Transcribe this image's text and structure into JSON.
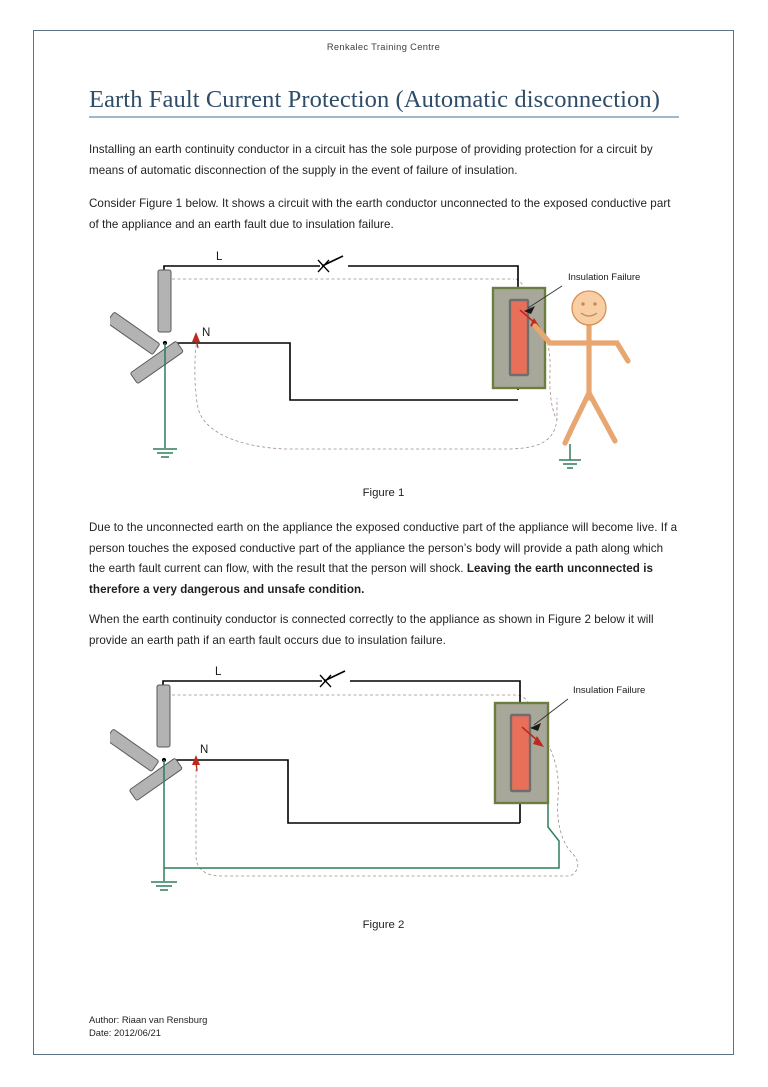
{
  "page": {
    "header": "Renkalec Training Centre",
    "title": "Earth Fault Current Protection (Automatic disconnection)",
    "border_color": "#5b7287",
    "title_color": "#2f4d68",
    "rule_color": "#9fb8cc"
  },
  "body": {
    "para1": "Installing an earth continuity conductor in a circuit has the sole purpose of providing protection for a circuit by means of automatic disconnection of the supply in the event of failure of insulation.",
    "para2": "Consider Figure 1 below. It shows a circuit with the earth conductor unconnected to the exposed conductive part of the appliance and an earth fault due to insulation failure.",
    "para3_normal": "Due to the unconnected earth on the appliance the exposed conductive part of the appliance will become live. If a person touches the exposed conductive part of the appliance the person’s body will provide a path along which the earth fault current can flow, with the result that the person will shock. ",
    "para3_bold": "Leaving the earth unconnected is therefore a very dangerous and unsafe condition.",
    "para4": "When the earth continuity conductor is connected correctly to the appliance as shown in Figure 2 below it will provide an earth path if an earth fault occurs due to insulation failure."
  },
  "figure1": {
    "caption": "Figure 1",
    "label_live": "L",
    "label_neutral": "N",
    "label_insulation_failure": "Insulation Failure",
    "switch_marker": "X",
    "colors": {
      "conductor": "#000000",
      "winding_fill": "#b3b3b3",
      "winding_stroke": "#5a5a5a",
      "earth_green": "#2e7d5b",
      "appliance_border": "#6b7d3f",
      "appliance_fill": "#a8a89a",
      "element_fill": "#e8705a",
      "element_stroke": "#6e6e6e",
      "fault_arrow": "#c0281e",
      "fault_path": "#a08f8a",
      "person": "#e8a671"
    }
  },
  "figure2": {
    "caption": "Figure 2",
    "label_live": "L",
    "label_neutral": "N",
    "label_insulation_failure": "Insulation Failure",
    "switch_marker": "X"
  },
  "footer": {
    "author": "Author: Riaan van Rensburg",
    "date": "Date: 2012/06/21"
  }
}
